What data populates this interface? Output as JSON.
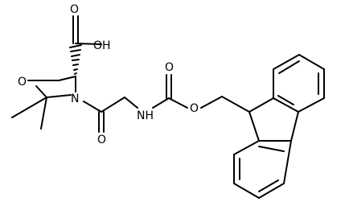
{
  "diagram": {
    "atom_labels": {
      "carboxyl_oh": "OH",
      "carboxyl_o": "O",
      "ring_o": "O",
      "ring_n": "N",
      "amide_o": "O",
      "carbamate_nh": "NH",
      "carbamate_o_dbl": "O",
      "carbamate_o_ester": "O"
    }
  }
}
